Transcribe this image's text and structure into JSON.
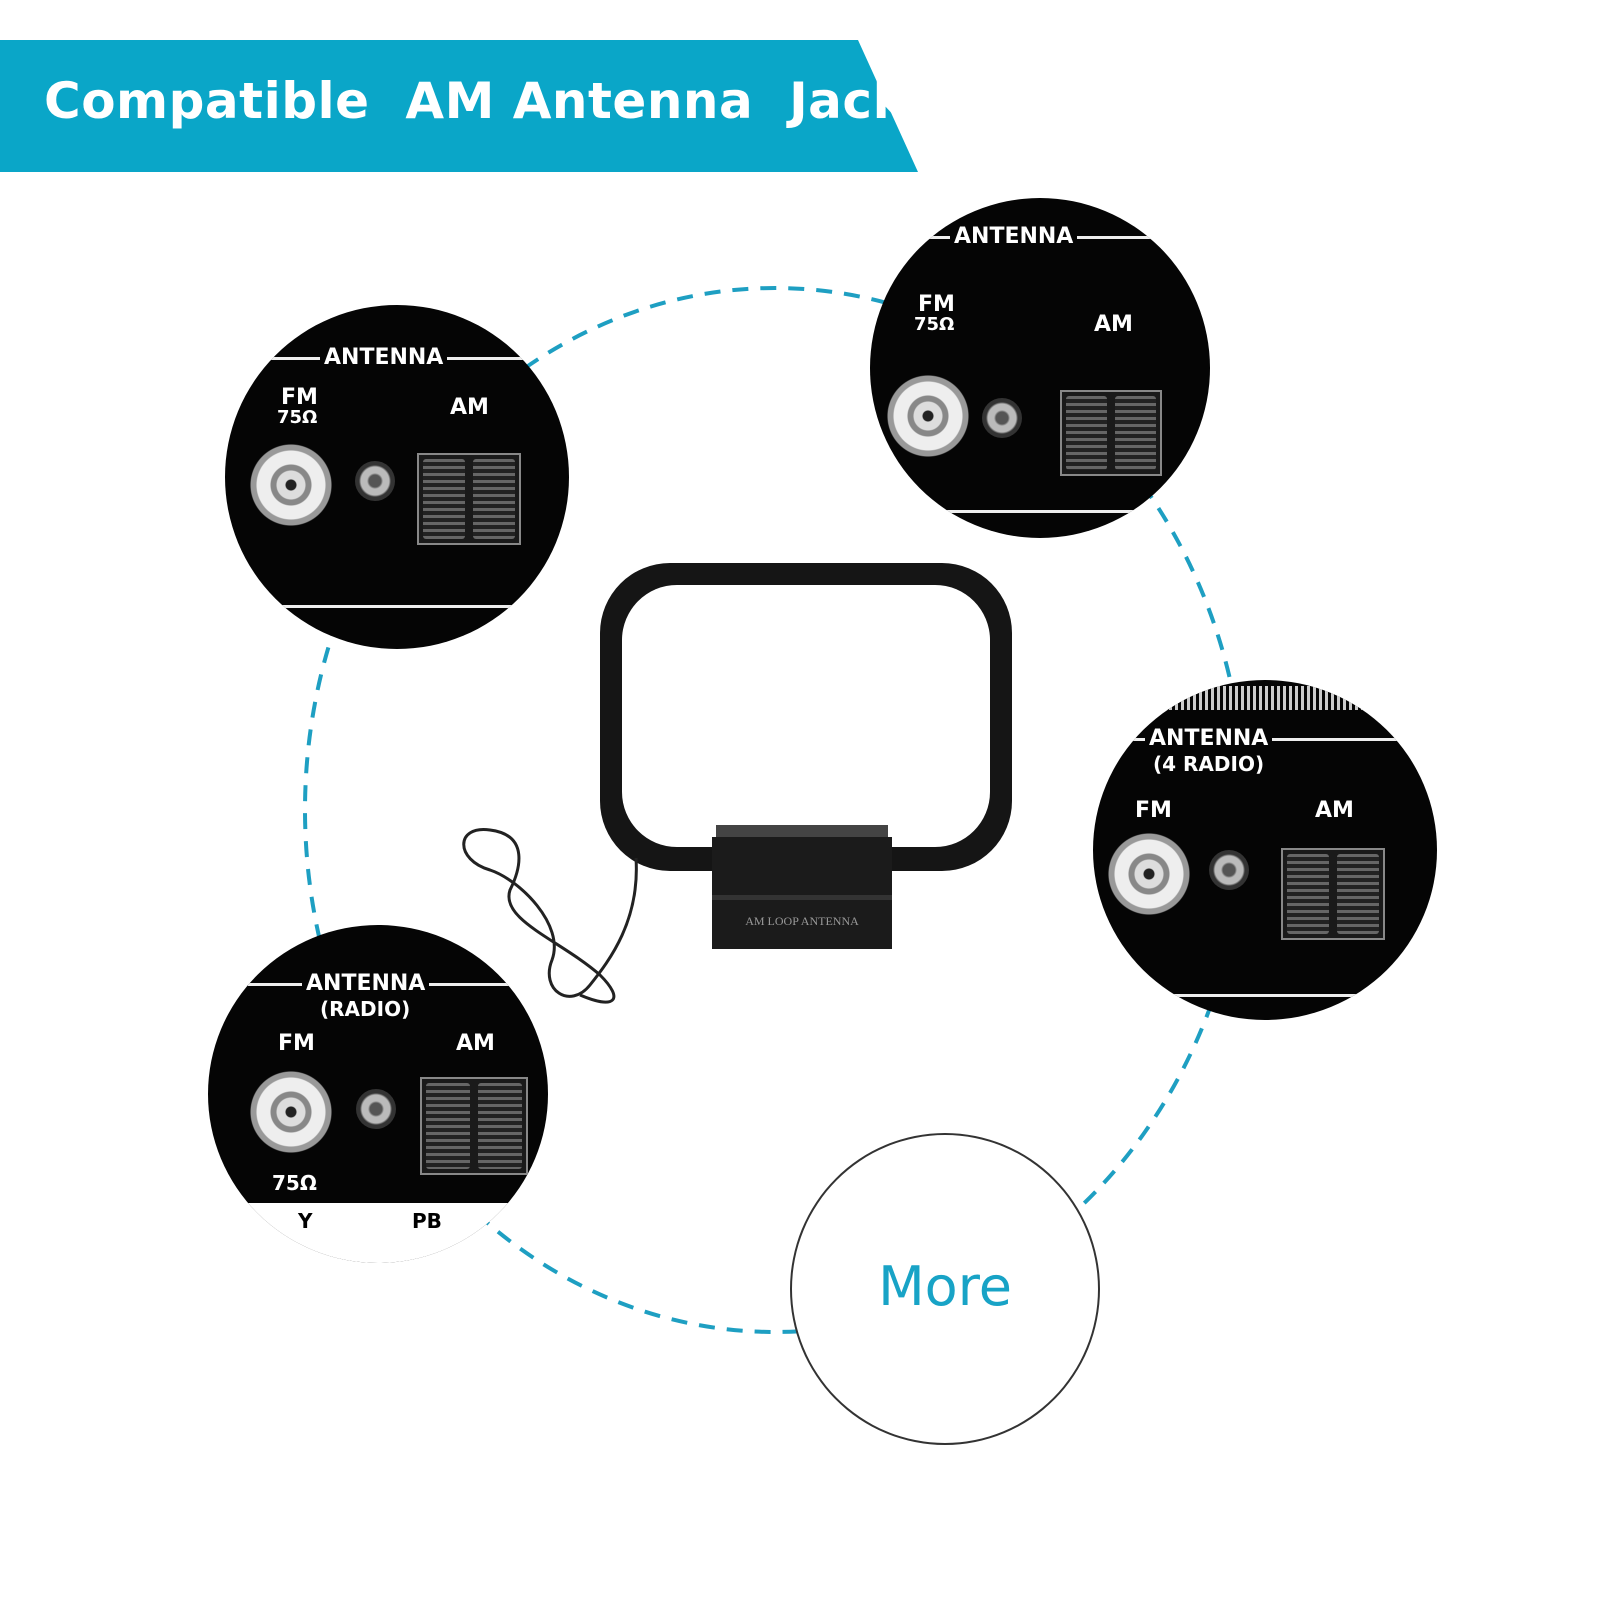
{
  "banner": {
    "title": "Compatible  AM Antenna  Jack",
    "color": "#0aa6c8"
  },
  "product": {
    "base_label": "AM LOOP ANTENNA"
  },
  "panels": [
    {
      "antenna": "ANTENNA",
      "fm": "FM",
      "impedance": "75Ω",
      "am": "AM"
    },
    {
      "antenna": "ANTENNA",
      "fm": "FM",
      "impedance": "75Ω",
      "am": "AM"
    },
    {
      "antenna": "ANTENNA",
      "sub": "(4 RADIO)",
      "fm": "FM",
      "am": "AM"
    },
    {
      "antenna": "ANTENNA",
      "sub": "(RADIO)",
      "fm": "FM",
      "impedance": "75Ω",
      "am": "AM",
      "extra_y": "Y",
      "extra_pb": "PB"
    }
  ],
  "more": {
    "label": "More",
    "color": "#18a3c6"
  }
}
